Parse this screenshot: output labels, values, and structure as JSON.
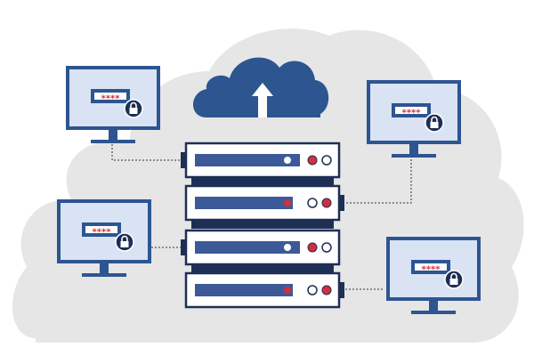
{
  "colors": {
    "background": "#ffffff",
    "cloud_back": "#e6e6e7",
    "navy": "#2d5590",
    "navy_dark": "#1e2f55",
    "screen": "#d9e3f4",
    "screen_border": "#2d5590",
    "server_bar": "#3d5a98",
    "led_red": "#d32f3a",
    "connector": "#333333"
  },
  "icons": {
    "upload_cloud": "cloud-upload-icon",
    "lock": "padlock-icon",
    "password_dots": "password-asterisks",
    "server": "server-rack-icon"
  },
  "monitors": [
    {
      "id": "top-left",
      "password": "****"
    },
    {
      "id": "middle-left",
      "password": "****"
    },
    {
      "id": "top-right",
      "password": "****"
    },
    {
      "id": "bottom-right",
      "password": "****"
    }
  ],
  "servers": [
    {
      "id": "server-1",
      "side_tab": "left"
    },
    {
      "id": "server-2",
      "side_tab": "right"
    },
    {
      "id": "server-3",
      "side_tab": "left"
    },
    {
      "id": "server-4",
      "side_tab": "right"
    }
  ]
}
